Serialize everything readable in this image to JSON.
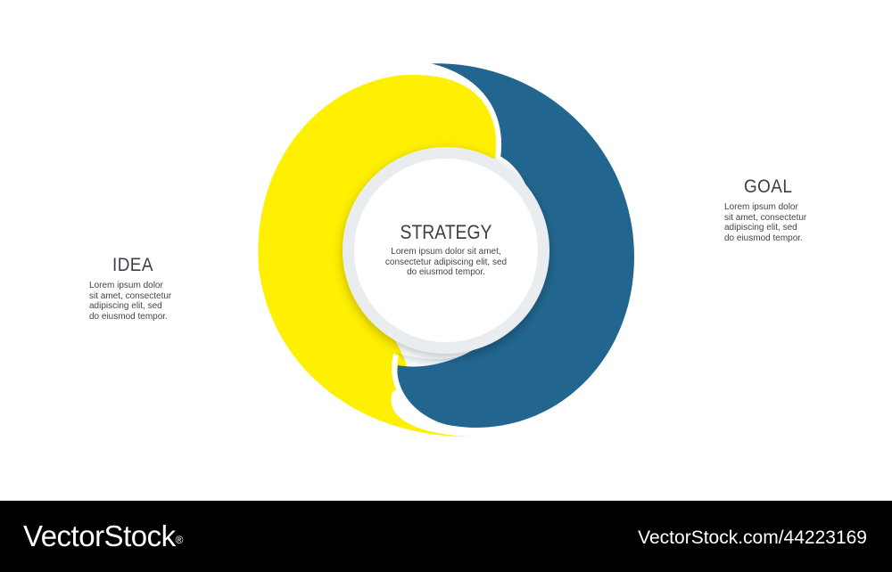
{
  "diagram": {
    "colors": {
      "left_segment": "#FFEF00",
      "right_segment": "#22668F",
      "center_circle": "#FFFFFF",
      "text_dark": "#3F3D4A",
      "footer_bg": "#000000"
    },
    "center": {
      "title": "STRATEGY",
      "description": "Lorem ipsum dolor sit amet,\nconsectetur adipiscing elit, sed\ndo eiusmod tempor."
    },
    "left": {
      "title": "IDEA",
      "description": "Lorem ipsum dolor\nsit amet, consectetur\nadipiscing elit, sed\ndo eiusmod tempor."
    },
    "right": {
      "title": "GOAL",
      "description": "Lorem ipsum dolor\nsit amet, consectetur\nadipiscing elit, sed\ndo eiusmod tempor."
    }
  },
  "footer": {
    "brand": "VectorStock",
    "brand_reg": "®",
    "image_id": "VectorStock.com/44223169"
  }
}
